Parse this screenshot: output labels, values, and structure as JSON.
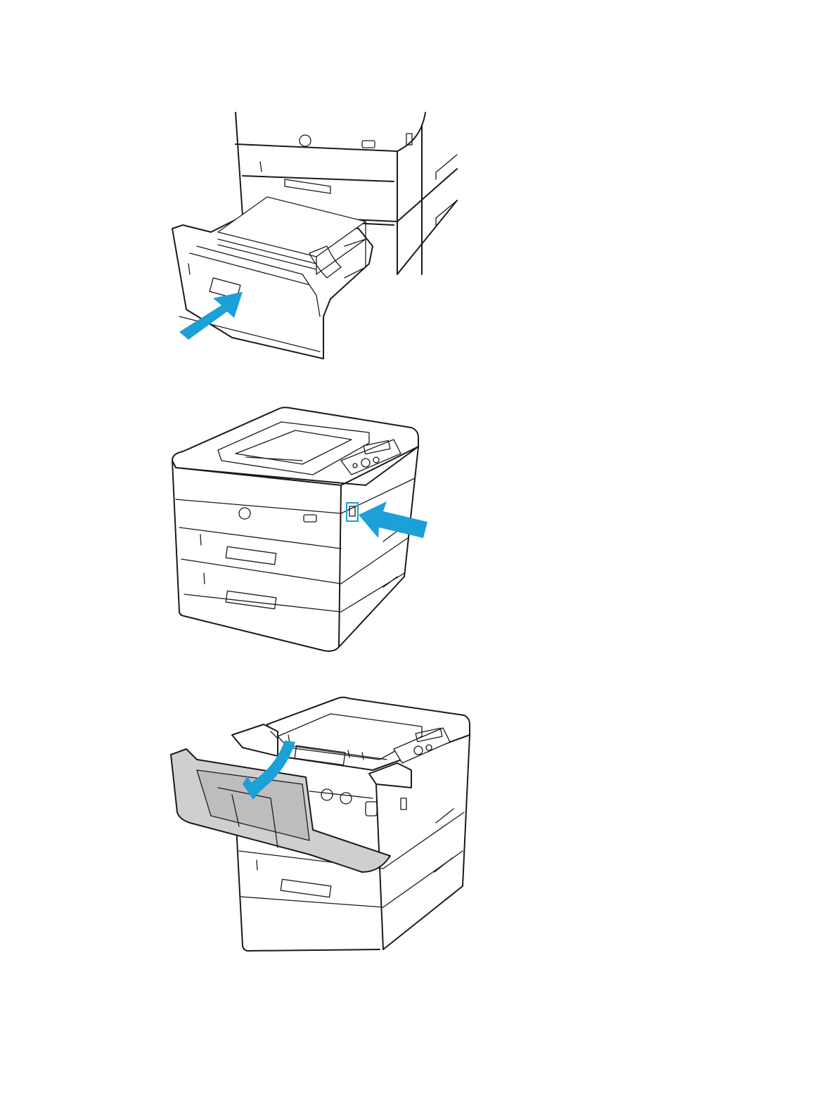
{
  "figures": [
    {
      "name": "insert-tray-2",
      "arrow": "push-arrow-icon"
    },
    {
      "name": "press-door-release-button",
      "arrow": "push-arrow-icon"
    },
    {
      "name": "open-front-door",
      "arrow": "curved-arrow-icon"
    }
  ],
  "colors": {
    "accent": "#1ba0d8",
    "line": "#1a1a1a",
    "door": "#cfcfcf",
    "background": "#ffffff"
  }
}
